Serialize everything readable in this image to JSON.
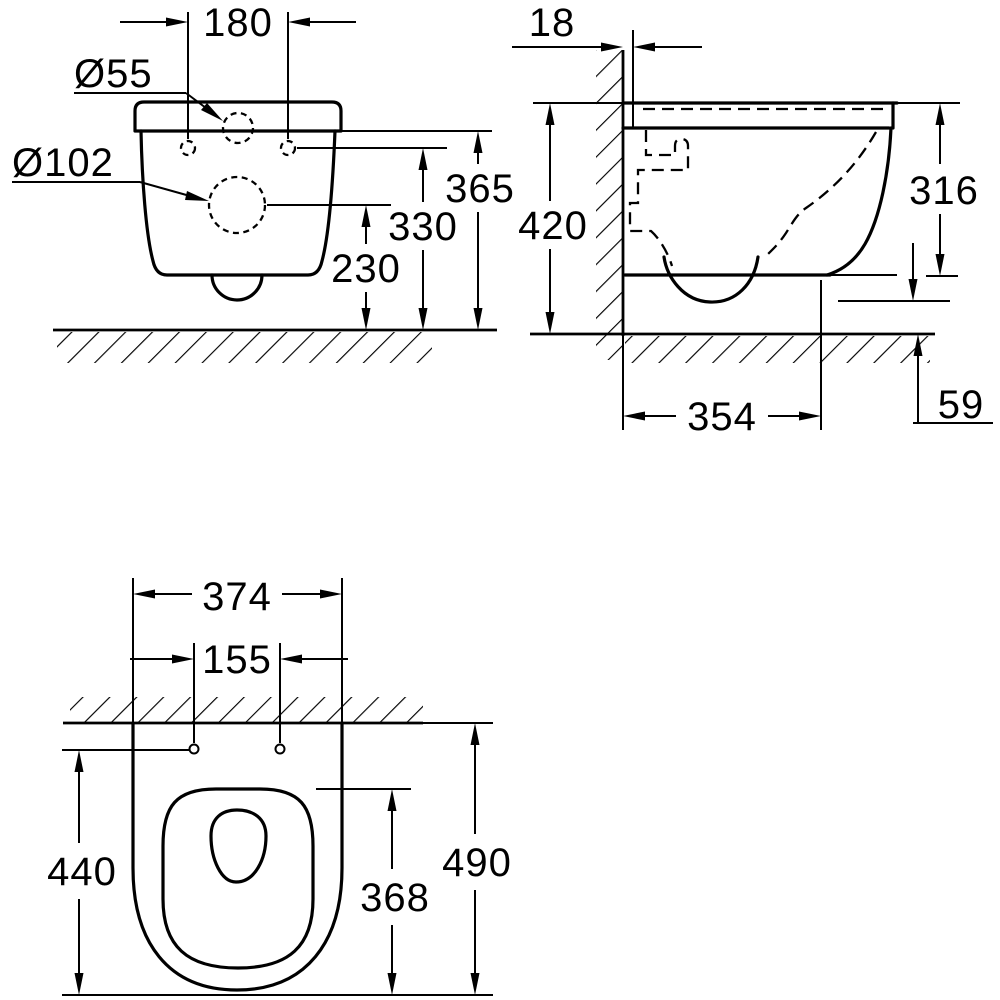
{
  "front_view": {
    "hole_spacing_top": "180",
    "flush_hole_diameter": "Ø55",
    "drain_hole_diameter": "Ø102",
    "height_rim": "365",
    "height_holes": "330",
    "height_drain": "230"
  },
  "side_view": {
    "wall_gap": "18",
    "height_total": "420",
    "height_bowl": "316",
    "depth_bowl": "354",
    "outlet_clearance": "59"
  },
  "plan_view": {
    "width": "374",
    "hole_spacing": "155",
    "depth_to_holes": "440",
    "seat_opening_depth": "368",
    "depth_total": "490"
  },
  "colors": {
    "line": "#000000",
    "background": "#ffffff"
  }
}
